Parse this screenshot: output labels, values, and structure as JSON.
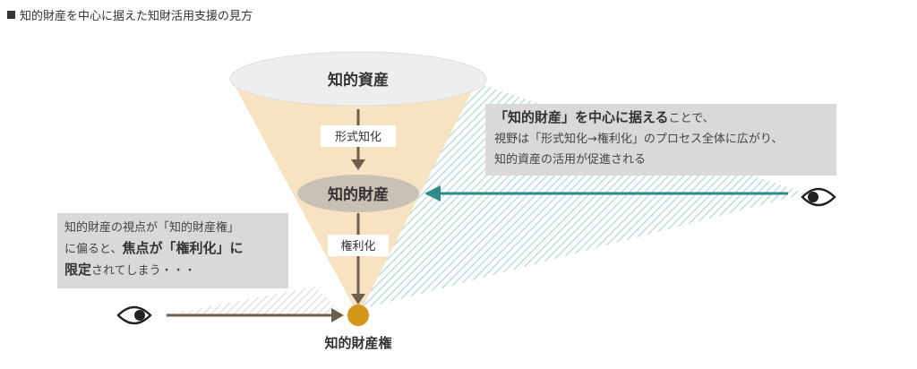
{
  "title": "知的財産を中心に据えた知財活用支援の見方",
  "cone": {
    "top_label": "知的資産",
    "step1_label": "形式知化",
    "middle_label": "知的財産",
    "step2_label": "権利化",
    "bottom_label": "知的財産権"
  },
  "right_box": {
    "line1_strong": "「知的財産」を中心に据える",
    "line1_rest": "ことで、",
    "line2": "視野は「形式知化→権利化」のプロセス全体に広がり、",
    "line3": "知的資産の活用が促進される"
  },
  "left_box": {
    "line1": "知的財産の視点が「知的財産権」",
    "line2_plain": "に偏ると、",
    "line2_strong": "焦点が「権利化」に",
    "line3_strong": "限定",
    "line3_rest": "されてしまう・・・"
  },
  "colors": {
    "cone_fill": "#f7e3c2",
    "ellipse_top": "#eeeeee",
    "ellipse_middle": "#c8c2b6",
    "arrow_brown": "#6e5f4a",
    "teal": "#2e8b8b",
    "focus_dot": "#d4961a",
    "box_gray": "#d9d9d9"
  }
}
